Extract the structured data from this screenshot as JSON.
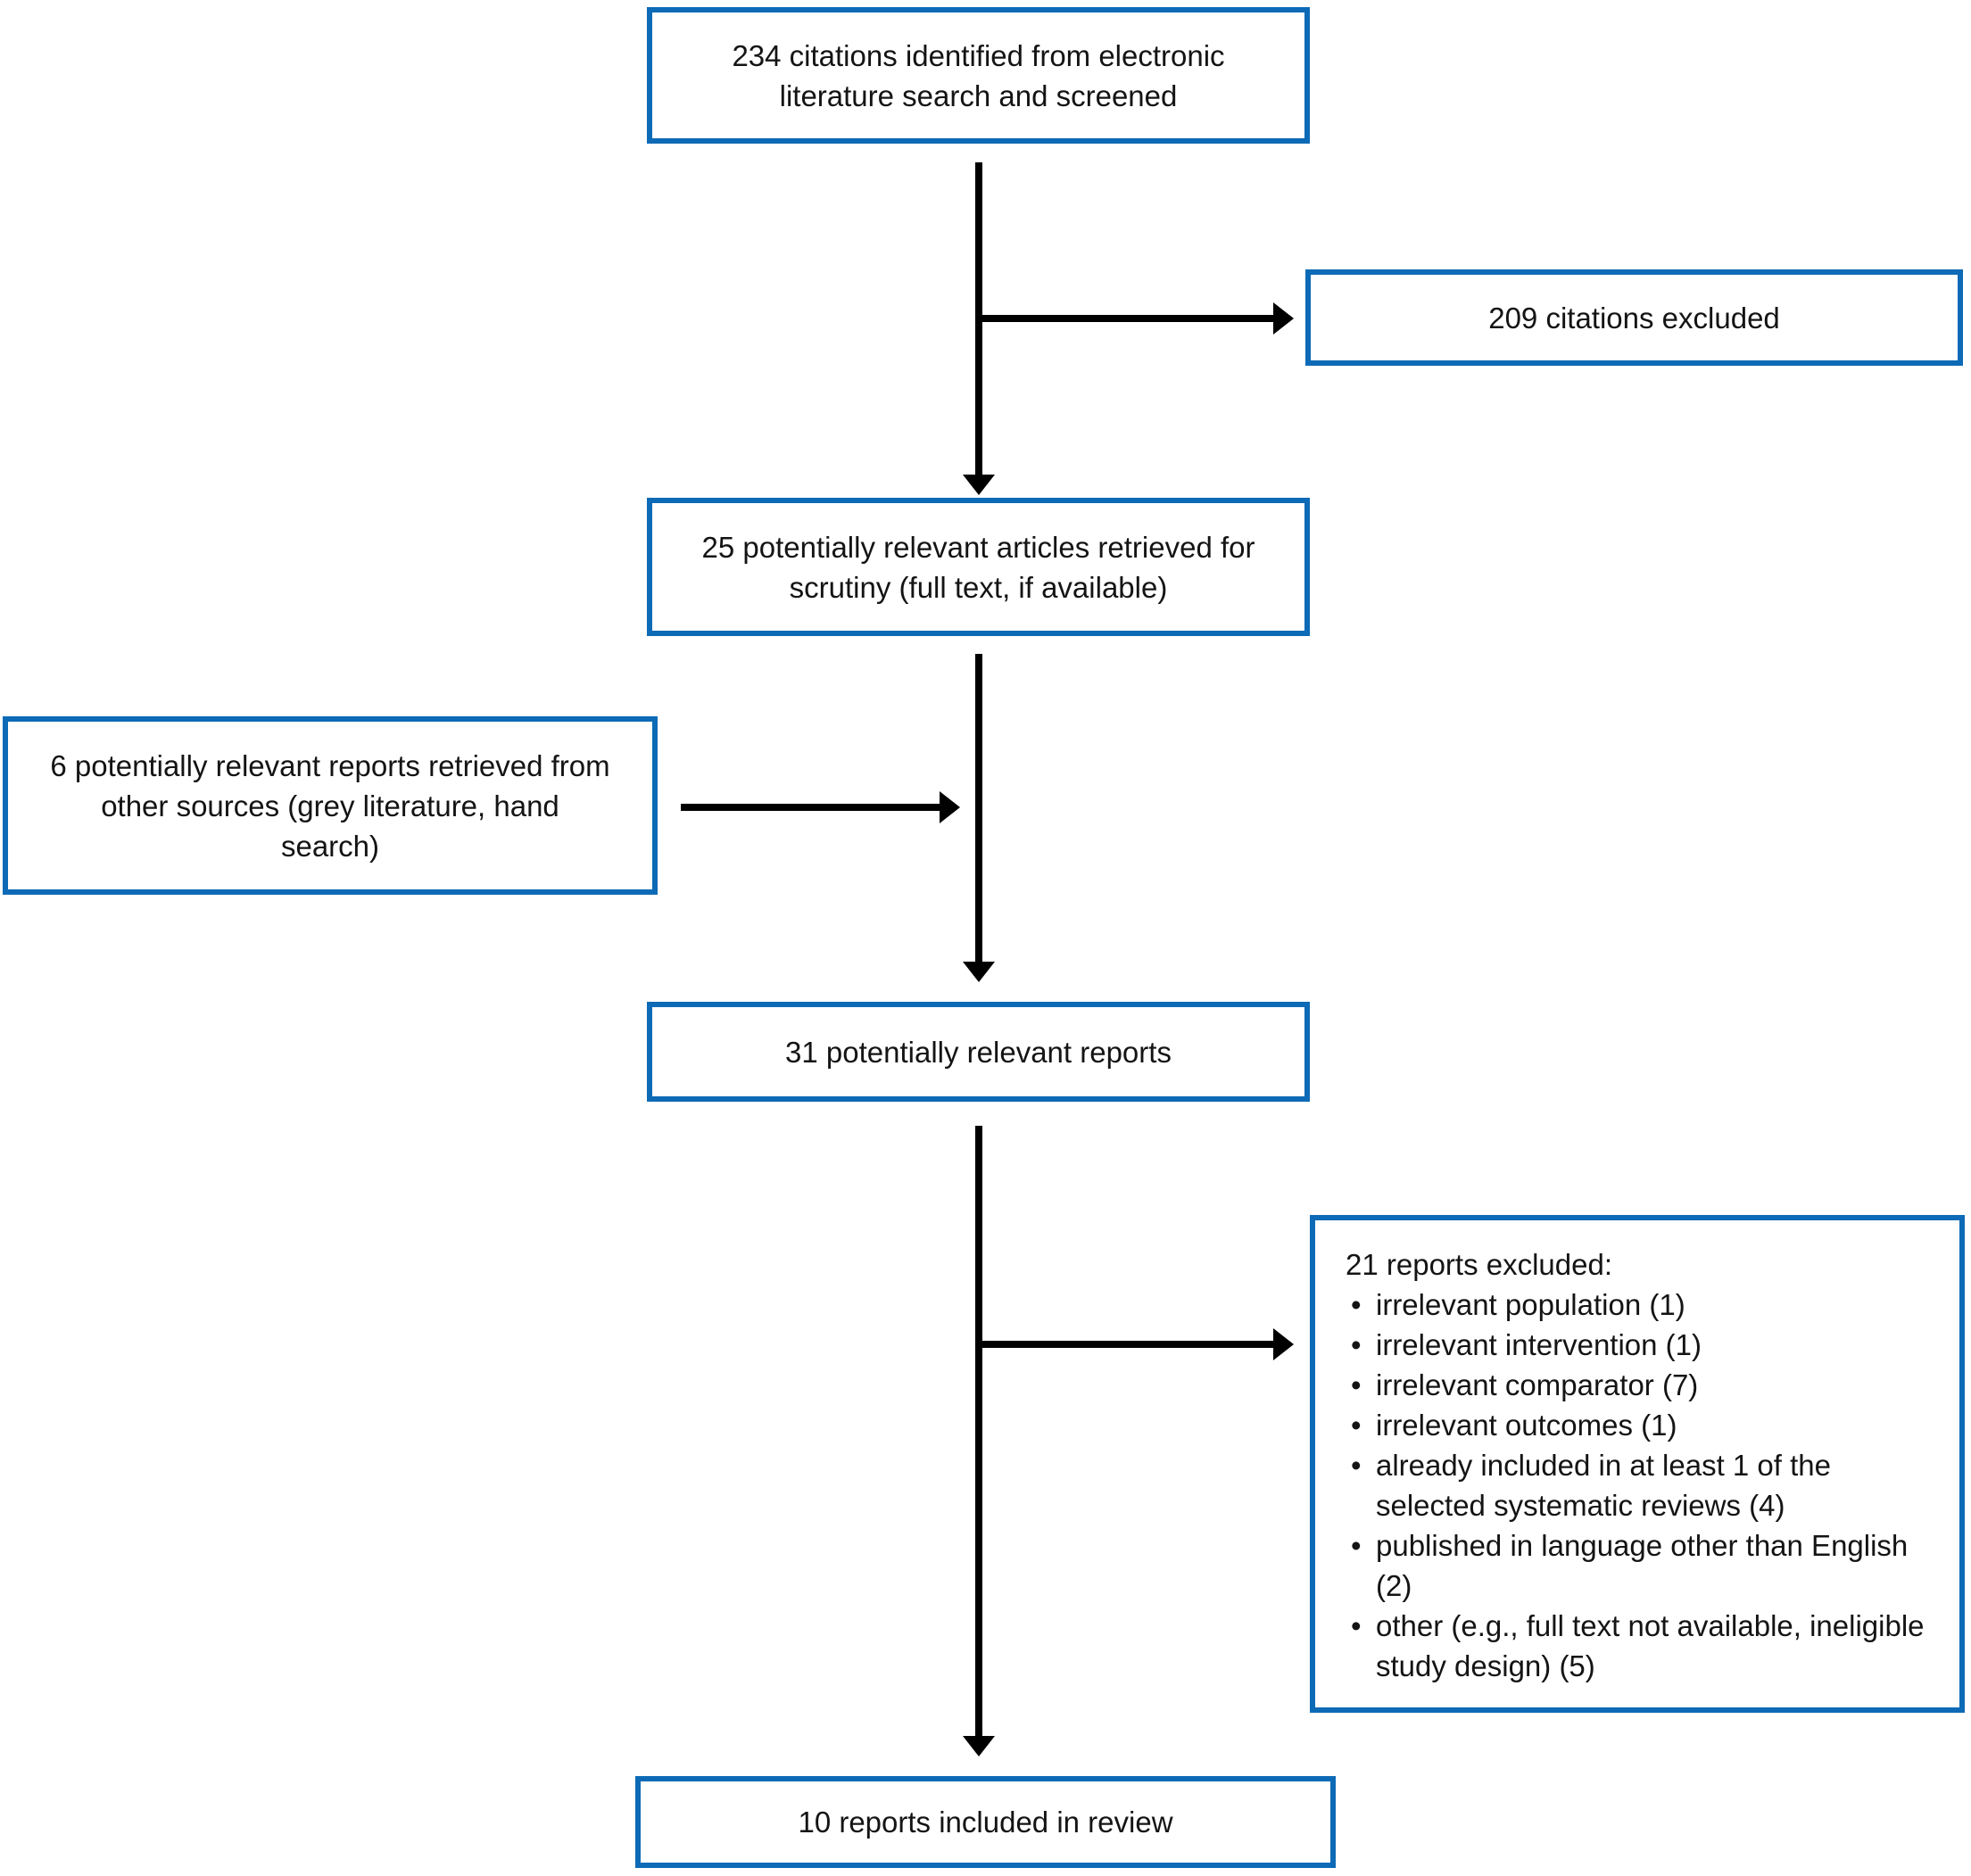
{
  "diagram": {
    "type": "prisma-flowchart",
    "background_color": "#ffffff",
    "box_border_color": "#0d6ab6",
    "arrow_color": "#000000",
    "text_color": "#141414",
    "bullet": "•",
    "boxes": {
      "citations_identified": "234 citations identified from electronic literature search and screened",
      "citations_excluded": "209 citations excluded",
      "articles_retrieved": "25 potentially relevant articles retrieved for scrutiny (full text, if available)",
      "other_sources": "6 potentially relevant reports retrieved from other sources (grey literature, hand search)",
      "potentially_relevant_reports": "31 potentially relevant reports",
      "reports_excluded_heading": "21 reports excluded:",
      "reports_excluded_items": [
        "irrelevant population (1)",
        "irrelevant intervention (1)",
        "irrelevant comparator (7)",
        "irrelevant outcomes (1)",
        "already included in at least 1 of the selected systematic reviews (4)",
        "published in language other than English (2)",
        "other (e.g., full text not available, ineligible study design) (5)"
      ],
      "reports_included": "10 reports included in review"
    }
  }
}
